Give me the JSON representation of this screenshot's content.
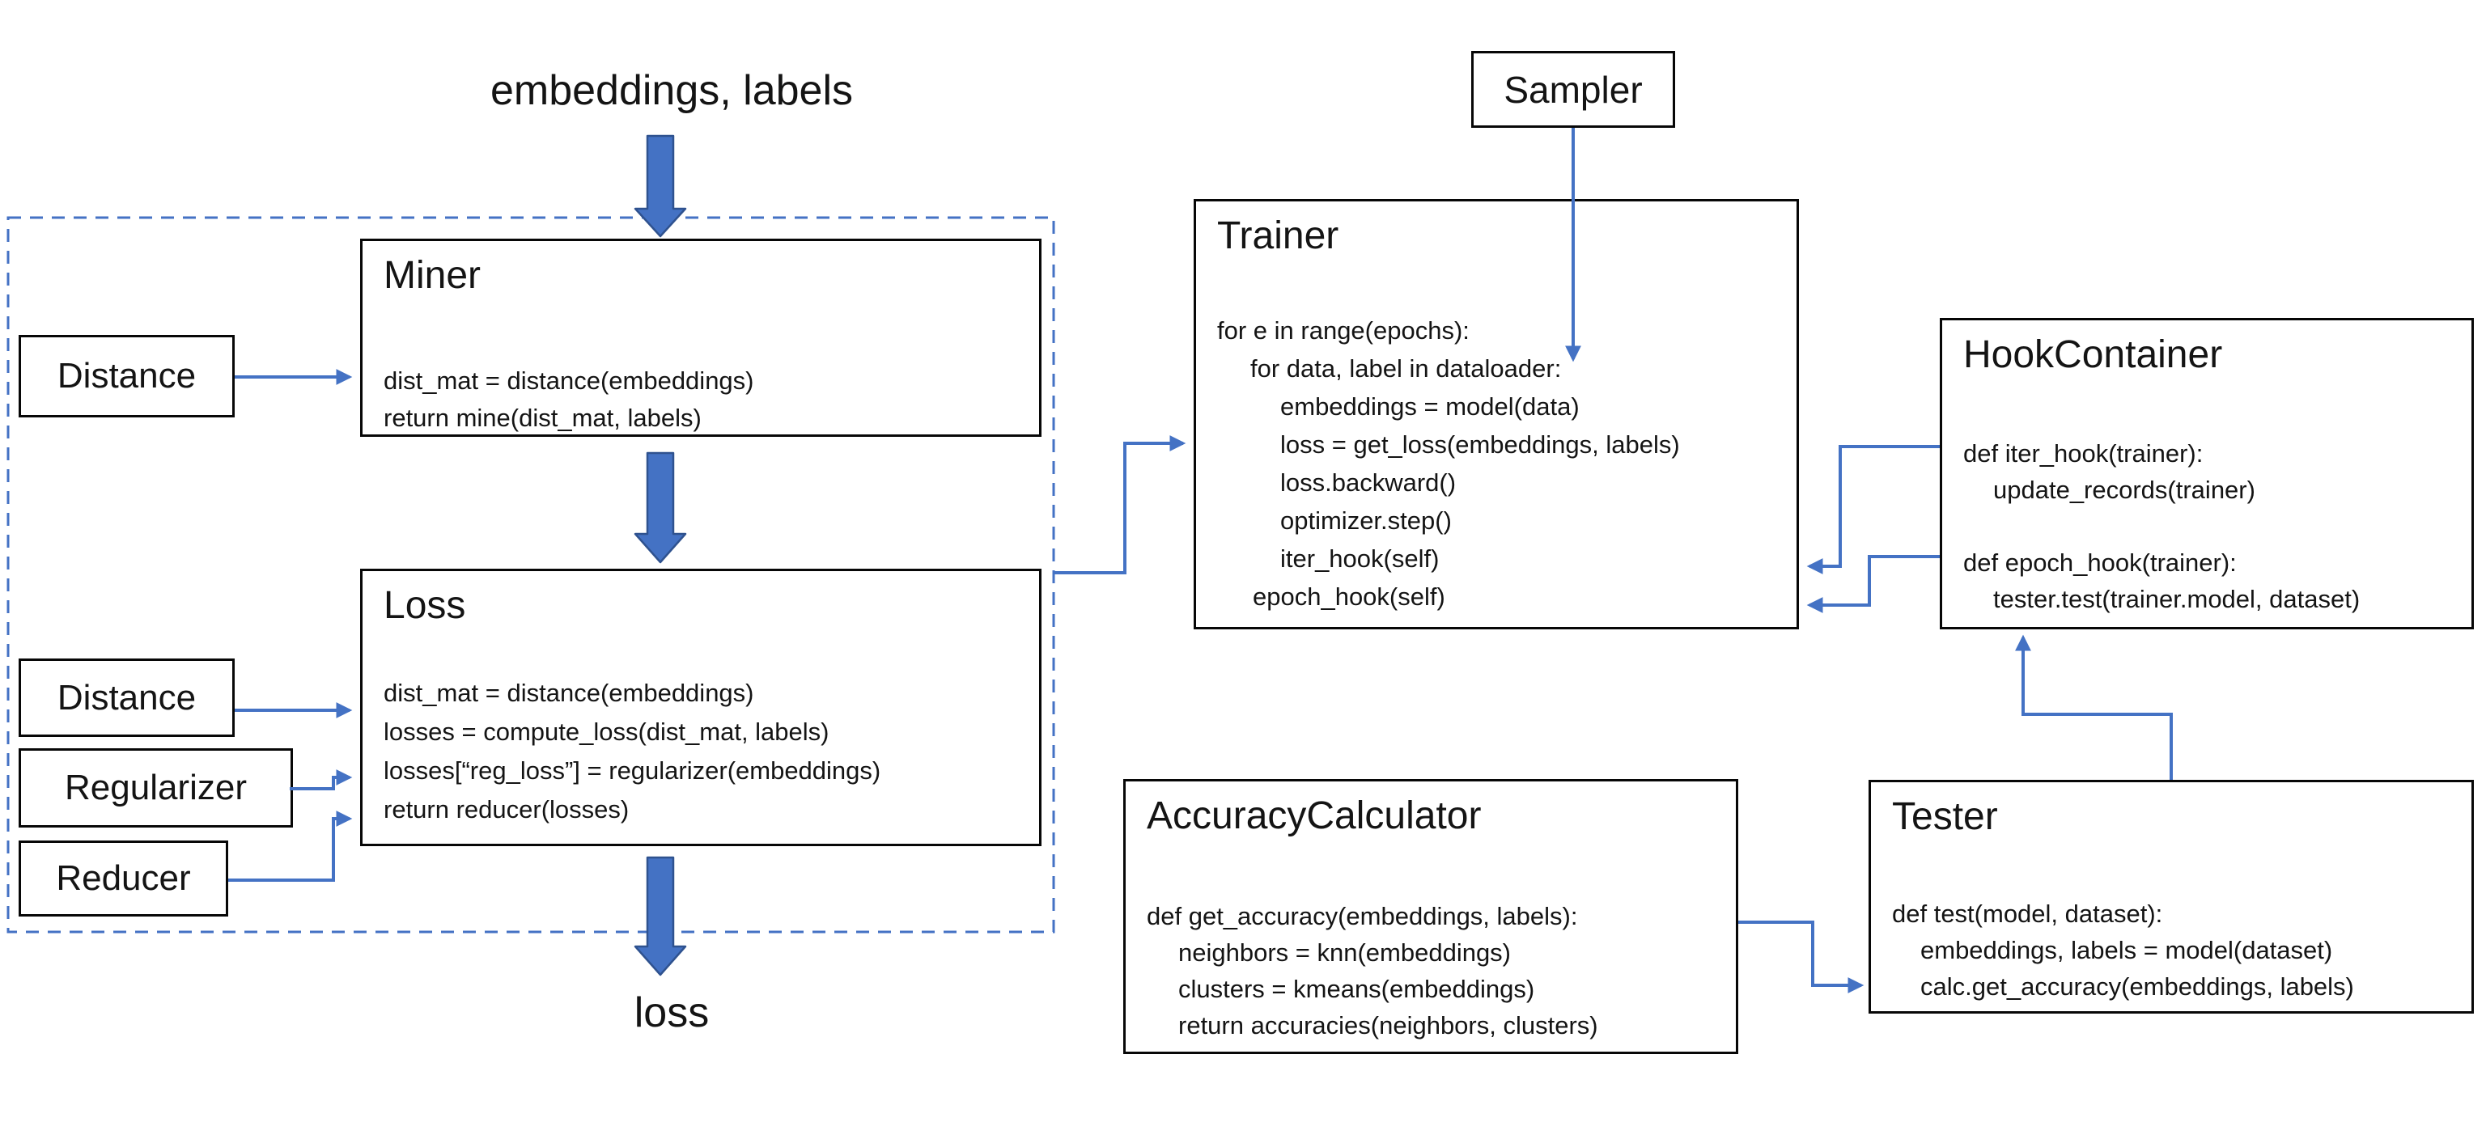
{
  "colors": {
    "accent_blue": "#4472C4",
    "accent_blue_dark": "#2F528F",
    "box_border": "#070707",
    "text": "#141414",
    "background": "#ffffff"
  },
  "flow_labels": {
    "input": "embeddings, labels",
    "output": "loss"
  },
  "boxes": {
    "miner": {
      "title": "Miner",
      "code": [
        "dist_mat = distance(embeddings)",
        "return mine(dist_mat, labels)"
      ]
    },
    "loss": {
      "title": "Loss",
      "code": [
        "dist_mat = distance(embeddings)",
        "losses = compute_loss(dist_mat, labels)",
        "losses[“reg_loss”] = regularizer(embeddings)",
        "return reducer(losses)"
      ]
    },
    "distance_top": {
      "title": "Distance"
    },
    "distance_bottom": {
      "title": "Distance"
    },
    "regularizer": {
      "title": "Regularizer"
    },
    "reducer": {
      "title": "Reducer"
    },
    "sampler": {
      "title": "Sampler"
    },
    "trainer": {
      "title": "Trainer",
      "code": [
        "for e in range(epochs):",
        "for data, label in dataloader:",
        "embeddings = model(data)",
        "loss = get_loss(embeddings, labels)",
        "loss.backward()",
        "optimizer.step()",
        "iter_hook(self)",
        "epoch_hook(self)"
      ]
    },
    "hook_container": {
      "title": "HookContainer",
      "code": [
        "def iter_hook(trainer):",
        "update_records(trainer)",
        "",
        "def epoch_hook(trainer):",
        "tester.test(trainer.model, dataset)"
      ]
    },
    "accuracy_calculator": {
      "title": "AccuracyCalculator",
      "code": [
        "def get_accuracy(embeddings, labels):",
        "neighbors = knn(embeddings)",
        "clusters = kmeans(embeddings)",
        "return accuracies(neighbors, clusters)"
      ]
    },
    "tester": {
      "title": "Tester",
      "code": [
        "def test(model, dataset):",
        "embeddings, labels = model(dataset)",
        "calc.get_accuracy(embeddings, labels)"
      ]
    }
  }
}
